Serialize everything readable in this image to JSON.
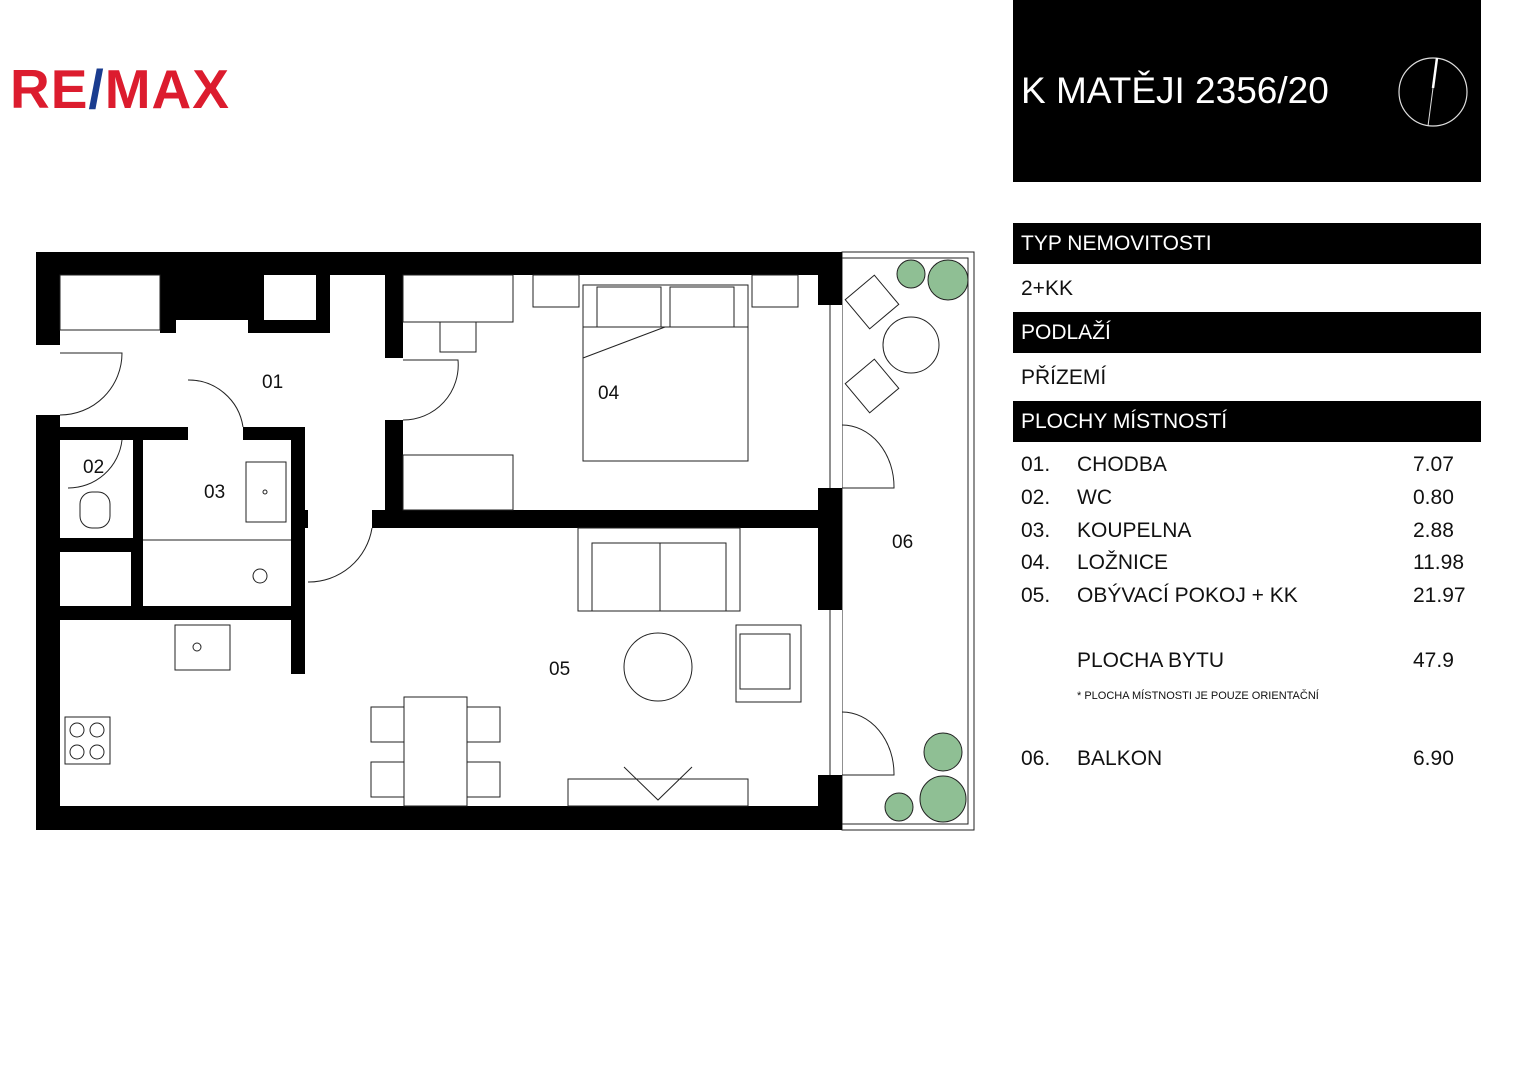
{
  "brand": {
    "logo_text": "RE/MAX"
  },
  "header": {
    "title": "K MATĚJI 2356/20"
  },
  "icons": {
    "compass": "north-arrow-icon"
  },
  "colors": {
    "logo_red": "#dc1c2e",
    "logo_blue": "#1a3c8f",
    "plant_green": "#8fbf94"
  },
  "info": {
    "type_label": "TYP NEMOVITOSTI",
    "type_value": "2+KK",
    "floor_label": "PODLAŽÍ",
    "floor_value": "PŘÍZEMÍ",
    "areas_label": "PLOCHY MÍSTNOSTÍ",
    "rooms": [
      {
        "num": "01.",
        "name": "CHODBA",
        "area": "7.07"
      },
      {
        "num": "02.",
        "name": "WC",
        "area": "0.80"
      },
      {
        "num": "03.",
        "name": "KOUPELNA",
        "area": "2.88"
      },
      {
        "num": "04.",
        "name": "LOŽNICE",
        "area": "11.98"
      },
      {
        "num": "05.",
        "name": "OBÝVACÍ POKOJ + KK",
        "area": "21.97"
      }
    ],
    "total_label": "PLOCHA BYTU",
    "total_value": "47.9",
    "note": "* PLOCHA MÍSTNOSTI JE POUZE ORIENTAČNÍ",
    "balcony": {
      "num": "06.",
      "name": "BALKON",
      "area": "6.90"
    }
  },
  "plan": {
    "labels": [
      "01",
      "02",
      "03",
      "04",
      "05",
      "06"
    ]
  }
}
